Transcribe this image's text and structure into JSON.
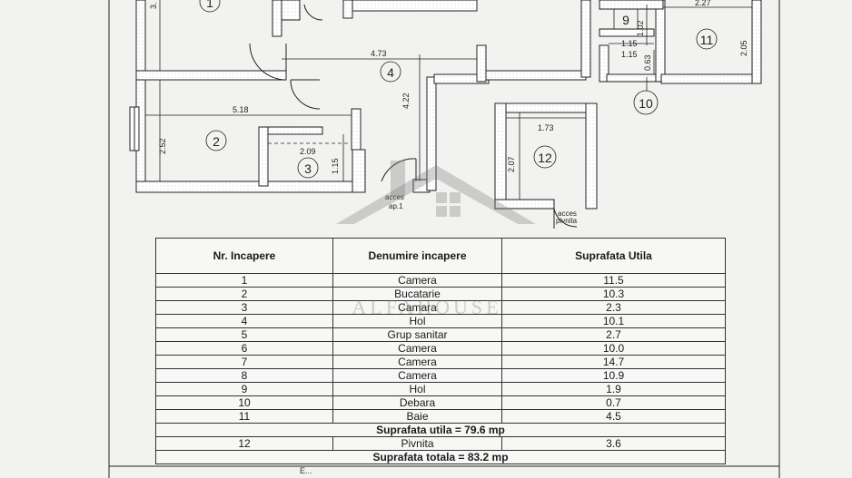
{
  "floor_plan": {
    "dimensions": {
      "r1_height": "3.",
      "r4_width": "4.73",
      "r4_height": "4.22",
      "r2_width": "5.18",
      "r2_height": "2.52",
      "r3_width": "2.09",
      "r3_height": "1.15",
      "r11_width": "2.27",
      "r11_height": "2.05",
      "r9_height": "1.02",
      "r10_width_a": "1.15",
      "r10_width_b": "1.15",
      "r10_height": "0.63",
      "r12_width": "1.73",
      "r12_height": "2.07"
    },
    "room_numbers": [
      "1",
      "4",
      "2",
      "3",
      "9",
      "11",
      "10",
      "12"
    ],
    "labels": {
      "entrance_line1": "acces",
      "entrance_line2": "ap.1",
      "basement_line1": "acces",
      "basement_line2": "pivnita"
    }
  },
  "watermark": {
    "text": "ALFAHOUSE"
  },
  "table": {
    "headers": [
      "Nr. Incapere",
      "Denumire incapere",
      "Suprafata Utila"
    ],
    "rows": [
      {
        "nr": "1",
        "name": "Camera",
        "area": "11.5"
      },
      {
        "nr": "2",
        "name": "Bucatarie",
        "area": "10.3"
      },
      {
        "nr": "3",
        "name": "Camara",
        "area": "2.3"
      },
      {
        "nr": "4",
        "name": "Hol",
        "area": "10.1"
      },
      {
        "nr": "5",
        "name": "Grup sanitar",
        "area": "2.7"
      },
      {
        "nr": "6",
        "name": "Camera",
        "area": "10.0"
      },
      {
        "nr": "7",
        "name": "Camera",
        "area": "14.7"
      },
      {
        "nr": "8",
        "name": "Camera",
        "area": "10.9"
      },
      {
        "nr": "9",
        "name": "Hol",
        "area": "1.9"
      },
      {
        "nr": "10",
        "name": "Debara",
        "area": "0.7"
      },
      {
        "nr": "11",
        "name": "Baie",
        "area": "4.5"
      }
    ],
    "subtotal": "Suprafata utila = 79.6 mp",
    "extra_row": {
      "nr": "12",
      "name": "Pivnita",
      "area": "3.6"
    },
    "total": "Suprafata totala = 83.2 mp"
  },
  "footer": {
    "text": "E..."
  }
}
